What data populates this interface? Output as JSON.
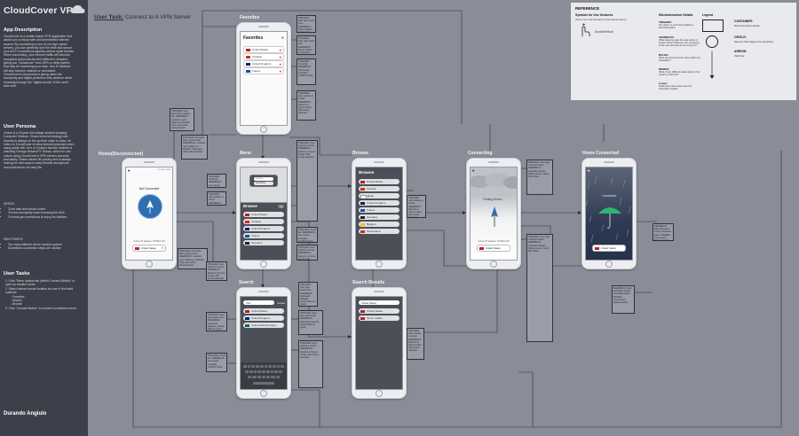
{
  "sidebar": {
    "title": "CloudCover VPN",
    "app_description_heading": "App Description",
    "app_description": "CloudCover is a mobile based VPN application that allows you to enjoy safe and unrestricted internet access. By connecting to one of our high-speed servers, you can generally surf the Web and secure your Wi-Fi connections against various cyber threats. When connecting, your internet traffic will become encrypted and protected and difficult to decipher, giving you \"cloudcover\" from ISPs or other parties that may be monitoring your data. Your IP address will also become masked or concealed. CloudCover's key priority is giving users the anonymity and digital protection they deserve when browsing through the \"digital clouds\" of the world wide web.",
    "user_persona_heading": "User Persona",
    "user_persona": "Chase is a 19 year old college student studying Computer Science. Chase loves technology and security is always on the go from class to class, he relies on CloudCover to keep himself protected when using public wifi. One of Chase's favorite hobbies is watching Foreign Movies/TV Shows, which he can unlock using CloudCover's VPN servers securely and safely. Chase values his privacy and is always looking for new ways to keep himself anonymous and protected in his daily life.",
    "needs_heading": "NEEDS:",
    "needs": [
      "To be safe and secure online",
      "To have anonymity when browsing the Web",
      "To break geo-restrictions to enjoy his hobbies"
    ],
    "pain_points_heading": "PAIN POINTS:",
    "pain_points": [
      "Too many different server location options",
      "Sometimes connection steps are unclear"
    ],
    "user_tasks_heading": "User Tasks",
    "user_tasks": [
      "1. Click \"Menu options tab (within Connect Button)\" to open up location menu",
      "2. Select desired server location via one of the listed methods:",
      "- Favorites",
      "- Search",
      "- Browse",
      "3. Click \"Connect Button\" to connect to selected server."
    ],
    "author": "Durando Angiulo"
  },
  "header": {
    "task_prefix": "User Task:",
    "task_text": " Connect to A VPN Server"
  },
  "legend": {
    "reference_heading": "REFERENCE",
    "symbols_heading": "Symbols for Use Gestures",
    "symbols_note": "(Icons not to be included on the actual screen)",
    "scroll_label": "Scroll/Vertical",
    "micro_heading": "Microinteraction Details",
    "micro_items": [
      {
        "title": "TRIGGER:",
        "text": "The action or event that initiates a Microinteraction."
      },
      {
        "title": "FEEDBACK:",
        "text": "What happens upon the user action or system event? What are you conveying to the user and how do we convey it?"
      },
      {
        "title": "RULES:",
        "text": "What can and cannot be done within this interaction?"
      },
      {
        "title": "MODES:",
        "text": "What, if any, different states apply to the system or element?"
      },
      {
        "title": "Loops:",
        "text": "Determines how many times the interaction repeats."
      }
    ],
    "legend_heading": "Legend",
    "container_title": "CONTAINER:",
    "container_text": "Microinteraction details",
    "circle_title": "CIRCLE:",
    "circle_text": "Element that triggers the interaction",
    "arrow_title": "ARROW:",
    "arrow_text": "Task flow"
  },
  "screens": {
    "home_label": "Home(Disconnected)",
    "favorites_label": "Favorites",
    "menu_label": "Menu",
    "search_label": "Search",
    "browse_label": "Browse",
    "results_label": "Search Results",
    "connecting_label": "Connecting",
    "home_connected_label": "Home Connected"
  },
  "home": {
    "status": "Not Connected",
    "ip": "Current IP address: 175.89.0.134",
    "server": "United States"
  },
  "favorites": {
    "title": "Favorites",
    "close": "✕",
    "items": [
      "United States",
      "Canada",
      "United Kingdom",
      "France"
    ],
    "flag_colors": [
      "#b22234",
      "#d52b1e",
      "#012169",
      "#0055a4"
    ]
  },
  "menu": {
    "search_placeholder": "Search...",
    "sort": "Sort/Filter",
    "browse_title": "Browse",
    "all": "All",
    "items": [
      "United States",
      "Canada",
      "United Kingdom",
      "France",
      "Germany"
    ],
    "flag_colors": [
      "#b22234",
      "#d52b1e",
      "#012169",
      "#0055a4",
      "#222222"
    ]
  },
  "browse": {
    "title": "Browse",
    "items": [
      "United States",
      "Canada",
      "Japan",
      "United Kingdom",
      "France",
      "Germany",
      "Belgium",
      "Switzerland"
    ],
    "flag_colors": [
      "#b22234",
      "#d52b1e",
      "#ffffff",
      "#012169",
      "#0055a4",
      "#222222",
      "#f4c300",
      "#d52b1e"
    ]
  },
  "search": {
    "query": "Unit",
    "cancel": "Cancel",
    "items": [
      "United States",
      "United Kingdom",
      "United Arab Emirates"
    ],
    "flag_colors": [
      "#b22234",
      "#012169",
      "#00732f"
    ]
  },
  "results": {
    "query": "United States",
    "items": [
      "United States",
      "Texas, Dallas"
    ],
    "flag_colors": [
      "#b22234",
      "#b22234"
    ]
  },
  "connecting": {
    "status": "Finding Server...",
    "ip": "Current IP address: 175.89.0.134",
    "server": "United States"
  },
  "connected": {
    "status": "Connected",
    "server": "United States"
  },
  "annotations": [
    "TRIGGER: User taps Menu options tab. FEEDBACK: Location menu slides up. RULES: Only open when disconnected.",
    "TRIGGER: User taps heart icon. FEEDBACK: Server added to Favorites list.",
    "TRIGGER: Scroll list. FEEDBACK: List moves vertically. LOOPS: None.",
    "TRIGGER: User taps search bar. FEEDBACK: Keyboard appears, results filter as typed.",
    "TRIGGER: User selects a server. FEEDBACK: Returns to home screen with server selected.",
    "TRIGGER: User taps Connect button. FEEDBACK: Animation shows finding server, cloud fills screen.",
    "FEEDBACK: Rain animation shows protected status. MODES: Connected / Disconnected."
  ]
}
